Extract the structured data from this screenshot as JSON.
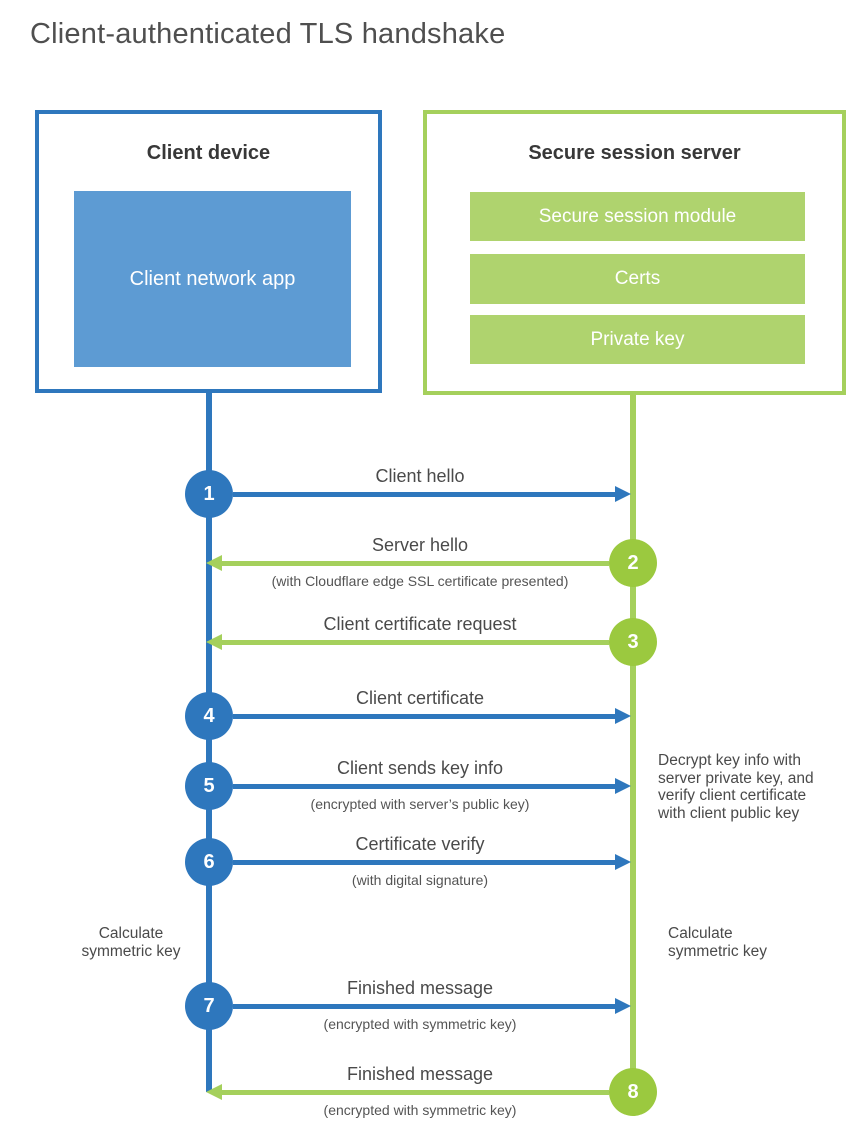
{
  "title": "Client-authenticated TLS handshake",
  "client_box": {
    "title": "Client device",
    "app_label": "Client network app"
  },
  "server_box": {
    "title": "Secure session server",
    "modules": [
      "Secure session module",
      "Certs",
      "Private key"
    ]
  },
  "steps": [
    {
      "num": "1",
      "label": "Client hello",
      "sub": "",
      "direction": "client-to-server"
    },
    {
      "num": "2",
      "label": "Server hello",
      "sub": "(with Cloudflare edge SSL certificate presented)",
      "direction": "server-to-client"
    },
    {
      "num": "3",
      "label": "Client certificate request",
      "sub": "",
      "direction": "server-to-client"
    },
    {
      "num": "4",
      "label": "Client certificate",
      "sub": "",
      "direction": "client-to-server"
    },
    {
      "num": "5",
      "label": "Client sends key info",
      "sub": "(encrypted with server’s public key)",
      "direction": "client-to-server"
    },
    {
      "num": "6",
      "label": "Certificate verify",
      "sub": "(with digital signature)",
      "direction": "client-to-server"
    },
    {
      "num": "7",
      "label": "Finished message",
      "sub": "(encrypted with symmetric key)",
      "direction": "client-to-server"
    },
    {
      "num": "8",
      "label": "Finished message",
      "sub": "(encrypted with symmetric key)",
      "direction": "server-to-client"
    }
  ],
  "side_notes": {
    "client_calculate": "Calculate symmetric key",
    "server_calculate": "Calculate symmetric key",
    "server_decrypt": "Decrypt key info with server private key, and verify client certificate with client public key"
  },
  "colors": {
    "blue": "#2e77bd",
    "blue_fill": "#5d9bd3",
    "green_line": "#a5d05c",
    "green_circle": "#9bc93f",
    "green_fill": "#afd36e",
    "text": "#4a4a4a"
  }
}
